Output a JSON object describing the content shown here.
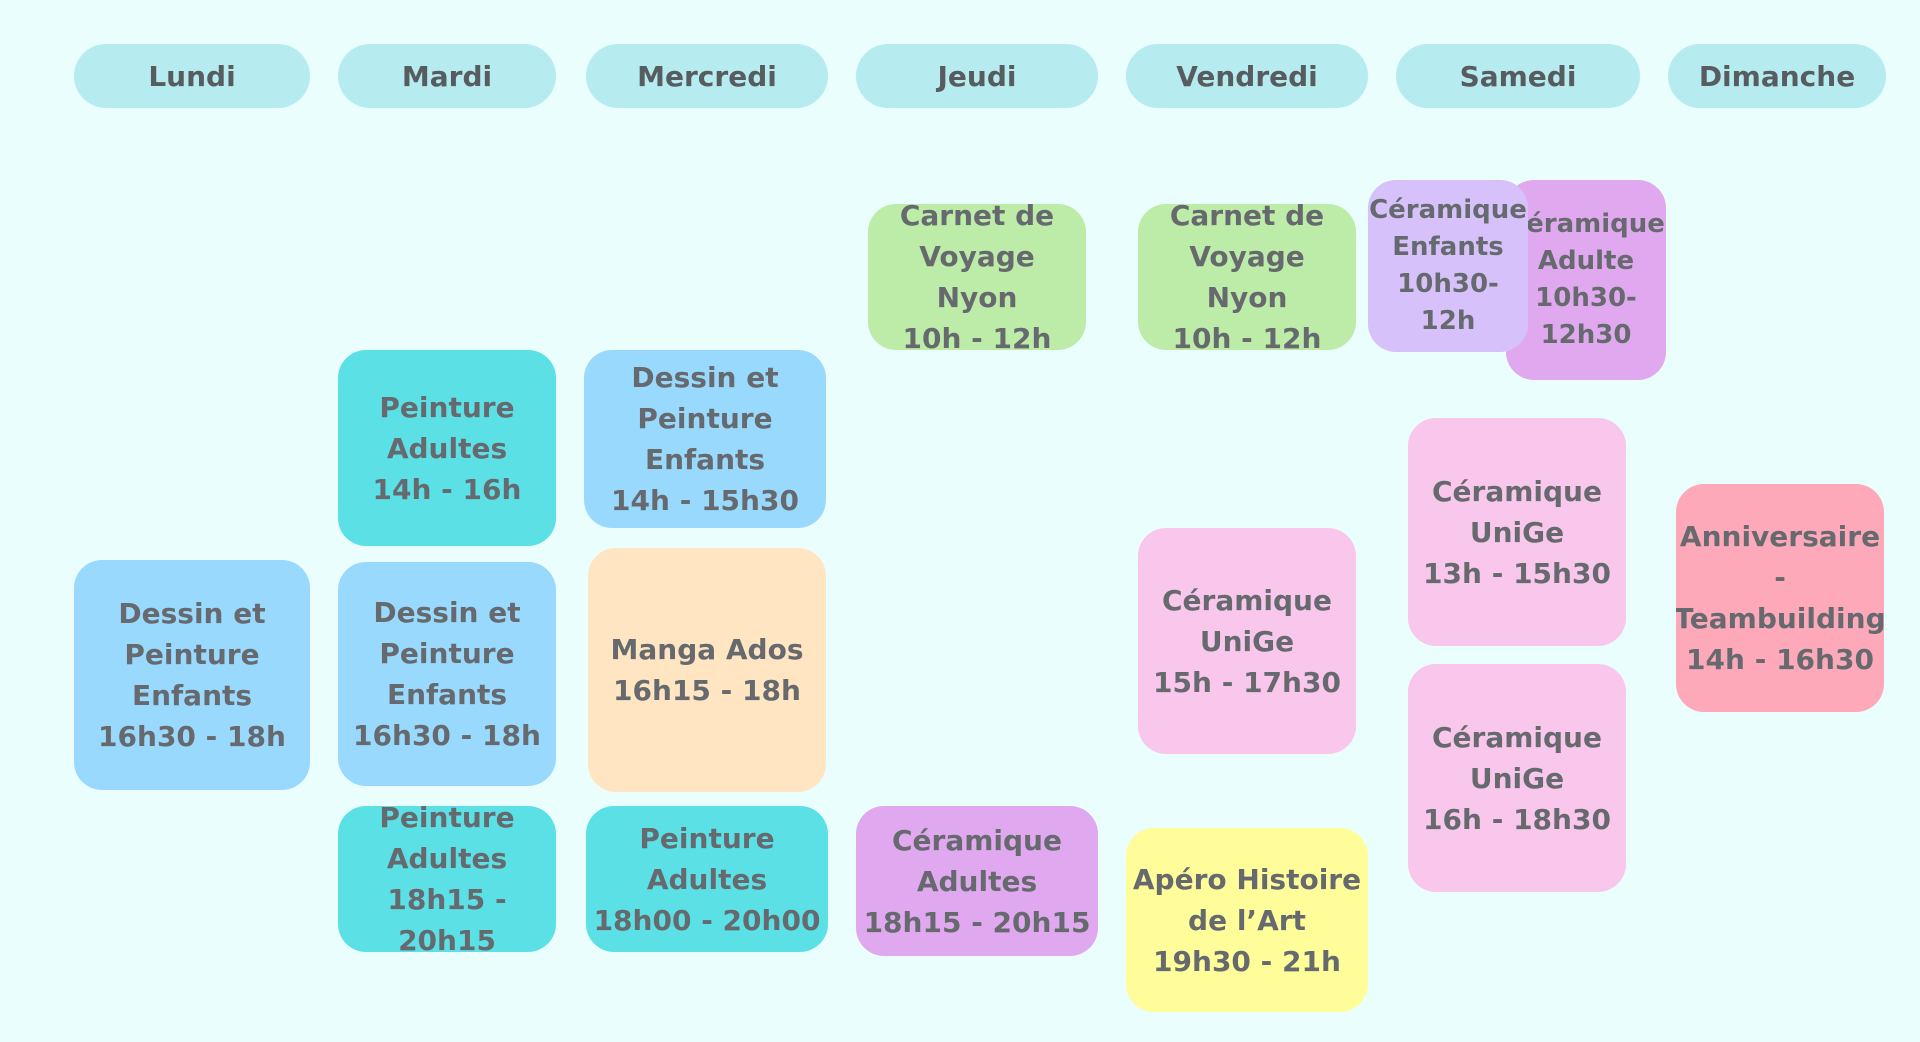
{
  "schedule": {
    "days": [
      "Lundi",
      "Mardi",
      "Mercredi",
      "Jeudi",
      "Vendredi",
      "Samedi",
      "Dimanche"
    ],
    "colors": {
      "background": "#ebfefe",
      "day_pill": "#b6ebef",
      "text": "#666a6e",
      "cyan": "#5be0e6",
      "blue": "#98d9fd",
      "green": "#bdeca8",
      "lilac": "#d6c1fa",
      "violet": "#e0a8ee",
      "pink": "#f9c6ec",
      "peach": "#ffe5c2",
      "yellow": "#fefd99",
      "red": "#fda9ba"
    },
    "events": {
      "lundi": [
        {
          "title": "Dessin et Peinture Enfants",
          "time": "16h30 - 18h"
        }
      ],
      "mardi": [
        {
          "title": "Peinture Adultes",
          "time": "14h - 16h"
        },
        {
          "title": "Dessin et Peinture Enfants",
          "time": "16h30 - 18h"
        },
        {
          "title": "Peinture Adultes",
          "time": "18h15 - 20h15"
        }
      ],
      "mercredi": [
        {
          "title": "Dessin et Peinture Enfants",
          "time": "14h - 15h30"
        },
        {
          "title": "Manga Ados",
          "time": "16h15 - 18h"
        },
        {
          "title": "Peinture Adultes",
          "time": "18h00 - 20h00"
        }
      ],
      "jeudi": [
        {
          "title": "Carnet de Voyage Nyon",
          "time": "10h - 12h"
        },
        {
          "title": "Céramique Adultes",
          "time": "18h15 - 20h15"
        }
      ],
      "vendredi": [
        {
          "title": "Carnet de Voyage Nyon",
          "time": "10h - 12h"
        },
        {
          "title": "Céramique UniGe",
          "time": "15h - 17h30"
        },
        {
          "title": "Apéro Histoire de l’Art",
          "time": "19h30 - 21h"
        }
      ],
      "samedi": [
        {
          "title": "Céramique Enfants",
          "time": "10h30-12h"
        },
        {
          "title": "Céramique Adulte",
          "time": "10h30- 12h30"
        },
        {
          "title": "Céramique UniGe",
          "time": "13h - 15h30"
        },
        {
          "title": "Céramique UniGe",
          "time": "16h - 18h30"
        }
      ],
      "dimanche": [
        {
          "title": "Anniversaire - Teambuilding",
          "time": "14h - 16h30"
        }
      ]
    }
  }
}
